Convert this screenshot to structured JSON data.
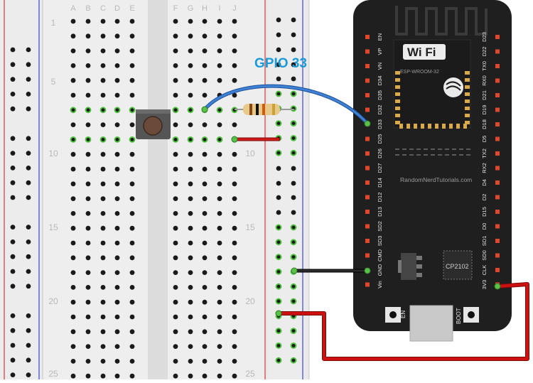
{
  "annotation": {
    "label": "GPIO 33",
    "color": "#1a9ad6"
  },
  "breadboard": {
    "columns_left": [
      "A",
      "B",
      "C",
      "D",
      "E"
    ],
    "columns_right": [
      "F",
      "G",
      "H",
      "I",
      "J"
    ],
    "row_numbers_left": [
      "1",
      "5",
      "10",
      "15",
      "20",
      "25"
    ],
    "row_numbers_right": [
      "10",
      "15",
      "20",
      "25"
    ],
    "rows": 25
  },
  "board": {
    "wifi_text": "Wi Fi",
    "module_label": "ESP-WROOM-32",
    "website": "RandomNerdTutorials.com",
    "chip_label": "CP2102",
    "button_en": "EN",
    "button_boot": "BOOT",
    "left_pins": [
      "EN",
      "VP",
      "VN",
      "D34",
      "D35",
      "D32",
      "D33",
      "D25",
      "D26",
      "D27",
      "D14",
      "D12",
      "D13",
      "SD2",
      "SD3",
      "CMD",
      "GND",
      "Vin"
    ],
    "right_pins": [
      "D23",
      "D22",
      "TX0",
      "RX0",
      "D21",
      "D19",
      "D18",
      "D5",
      "TX2",
      "RX2",
      "D4",
      "D2",
      "D15",
      "D0",
      "SD1",
      "SD0",
      "CLK",
      "3V3"
    ]
  },
  "colors": {
    "wire_signal": "#2f6fbd",
    "wire_power": "#cc1111",
    "wire_ground": "#1a1a1a",
    "board": "#1f1f1f",
    "highlight": "#4fbf3f"
  }
}
